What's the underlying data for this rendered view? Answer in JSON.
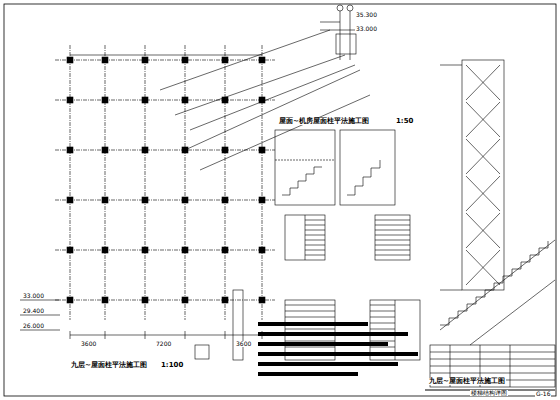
{
  "diagram": {
    "labels": [
      "35.300",
      "33.000",
      "九层~屋面柱平法施工图",
      "1:100",
      "屋面~机房屋面柱平法施工图",
      "1:50",
      "33.000",
      "29.400",
      "26.000",
      "九层~屋面柱平法施工图",
      "楼梯结构详图",
      "G-16",
      "3600",
      "7200",
      "3600"
    ]
  }
}
